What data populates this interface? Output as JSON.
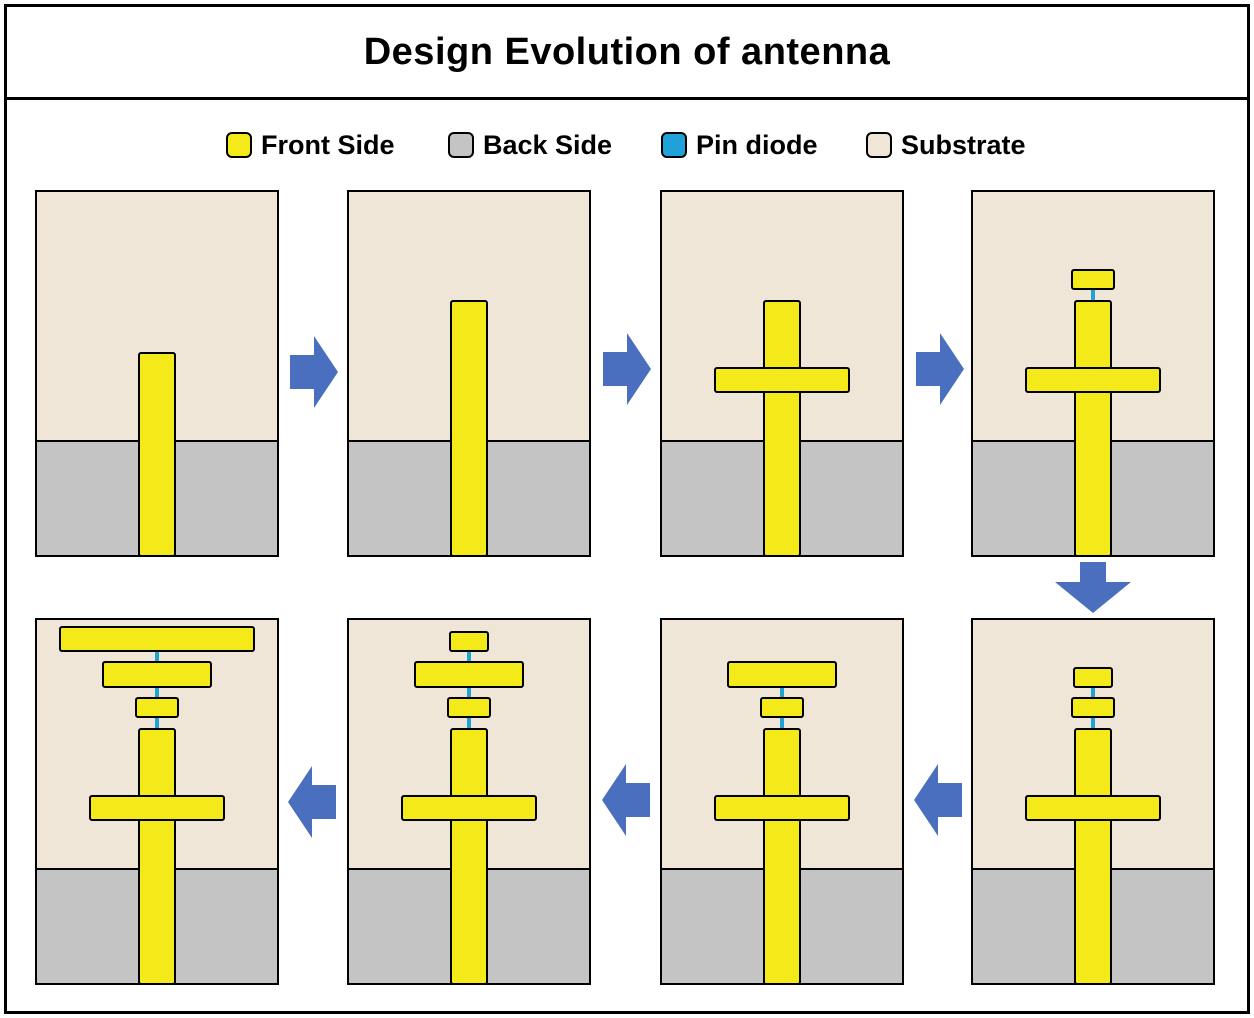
{
  "title": "Design Evolution of antenna",
  "legend": [
    {
      "label": "Front Side",
      "color": "#f4ea1a"
    },
    {
      "label": "Back Side",
      "color": "#c4c4c4"
    },
    {
      "label": "Pin diode",
      "color": "#1fa2d8"
    },
    {
      "label": "Substrate",
      "color": "#f0e6d8"
    }
  ],
  "colors": {
    "front": "#f4ea1a",
    "back": "#c4c4c4",
    "diode": "#1fa2d8",
    "substrate": "#f0e6d8",
    "arrow": "#4a6fbf",
    "outline": "#000000"
  },
  "stages": [
    {
      "step": 1,
      "design": "short-stub"
    },
    {
      "step": 2,
      "design": "long-stub"
    },
    {
      "step": 3,
      "design": "cross"
    },
    {
      "step": 4,
      "design": "cross-1-patch"
    },
    {
      "step": 5,
      "design": "cross-2-patches"
    },
    {
      "step": 6,
      "design": "cross-small-and-wide-patch"
    },
    {
      "step": 7,
      "design": "cross-3-patches"
    },
    {
      "step": 8,
      "design": "cross-3-patches-widest"
    }
  ],
  "arrows": [
    {
      "from": 1,
      "to": 2,
      "direction": "right"
    },
    {
      "from": 2,
      "to": 3,
      "direction": "right"
    },
    {
      "from": 3,
      "to": 4,
      "direction": "right"
    },
    {
      "from": 4,
      "to": 5,
      "direction": "down"
    },
    {
      "from": 5,
      "to": 6,
      "direction": "left"
    },
    {
      "from": 6,
      "to": 7,
      "direction": "left"
    },
    {
      "from": 7,
      "to": 8,
      "direction": "left"
    }
  ]
}
